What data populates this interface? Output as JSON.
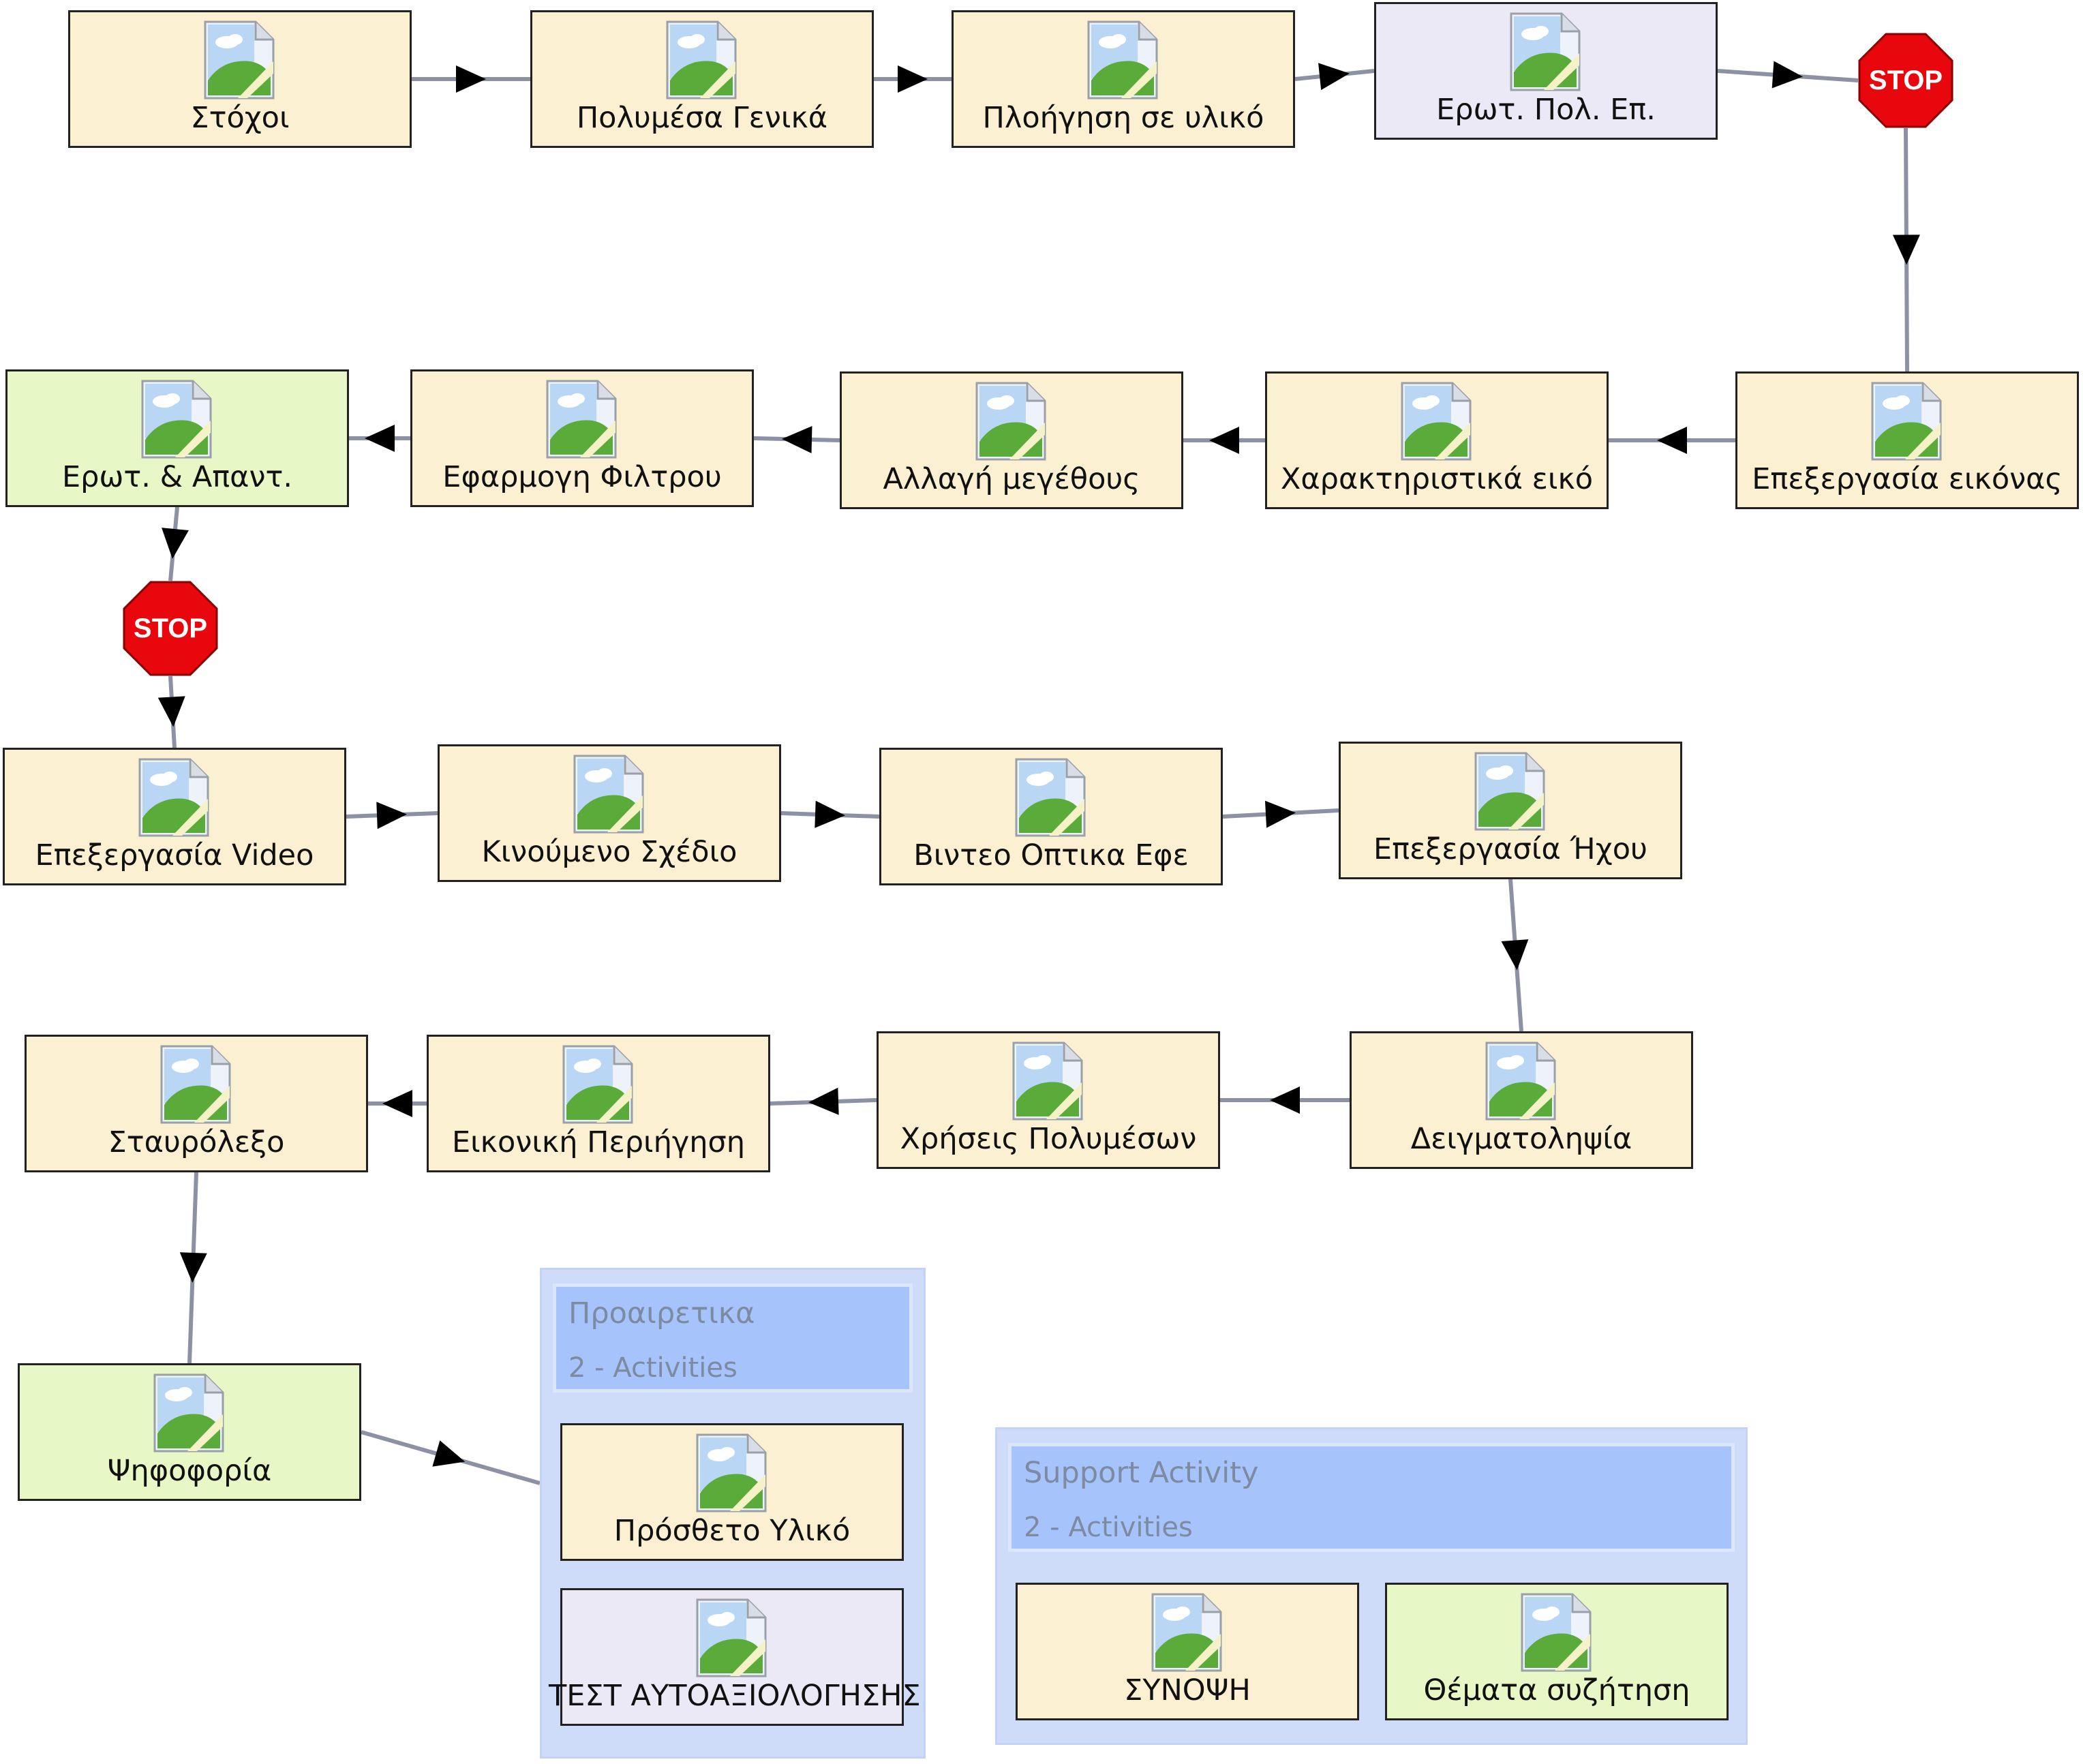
{
  "colors": {
    "activity": "#fcf0d2",
    "activity_alt": "#ebe9f5",
    "gate_activity": "#e7f8c6",
    "connector": "#8c92a3",
    "stop": "#e8070c",
    "group": "#cfdcf9",
    "group_header": "#a6c4fb"
  },
  "activities": {
    "stoxoi": "Στόχοι",
    "polymesa": "Πολυμέσα Γενικά",
    "ploigisi": "Πλοήγηση σε υλικό",
    "erot_pol": "Ερωτ. Πολ. Επ.",
    "epex_eikonas": "Επεξεργασία εικόνας",
    "xarakt": "Χαρακτηριστικά εικό",
    "allagi": "Αλλαγή μεγέθους",
    "filtro": "Εφαρμογη Φιλτρου",
    "erot_apant": "Ερωτ. & Απαντ.",
    "epex_video": "Επεξεργασία Video",
    "kinoumeno": "Κινούμενο Σχέδιο",
    "vinteo_efe": "Βιντεο Οπτικα Εφε",
    "epex_ixou": "Επεξεργασία Ήχου",
    "deigmat": "Δειγματοληψία",
    "xriseis": "Χρήσεις Πολυμέσων",
    "eikoniki": "Εικονική Περιήγηση",
    "stavrolexo": "Σταυρόλεξο",
    "psifoforia": "Ψηφοφορία",
    "prostheto": "Πρόσθετο Υλικό",
    "test": "ΤΕΣΤ ΑΥΤΟΑΞΙΟΛΟΓΗΣΗΣ",
    "synopsi": "ΣΥΝΟΨΗ",
    "themata": "Θέματα συζήτηση"
  },
  "stop_label": "STOP",
  "groups": {
    "optional": {
      "title": "Προαιρετικα",
      "subtitle": "2 - Activities"
    },
    "support": {
      "title": "Support Activity",
      "subtitle": "2 - Activities"
    }
  },
  "icons": {
    "activity": "image-placeholder-icon",
    "stop": "stop-sign-icon"
  },
  "connections": [
    [
      "stoxoi",
      "polymesa"
    ],
    [
      "polymesa",
      "ploigisi"
    ],
    [
      "ploigisi",
      "erot_pol"
    ],
    [
      "erot_pol",
      "stop1"
    ],
    [
      "stop1",
      "epex_eikonas"
    ],
    [
      "epex_eikonas",
      "xarakt"
    ],
    [
      "xarakt",
      "allagi"
    ],
    [
      "allagi",
      "filtro"
    ],
    [
      "filtro",
      "erot_apant"
    ],
    [
      "erot_apant",
      "stop2"
    ],
    [
      "stop2",
      "epex_video"
    ],
    [
      "epex_video",
      "kinoumeno"
    ],
    [
      "kinoumeno",
      "vinteo_efe"
    ],
    [
      "vinteo_efe",
      "epex_ixou"
    ],
    [
      "epex_ixou",
      "deigmat"
    ],
    [
      "deigmat",
      "xriseis"
    ],
    [
      "xriseis",
      "eikoniki"
    ],
    [
      "eikoniki",
      "stavrolexo"
    ],
    [
      "stavrolexo",
      "psifoforia"
    ],
    [
      "psifoforia",
      "group_optional"
    ]
  ]
}
